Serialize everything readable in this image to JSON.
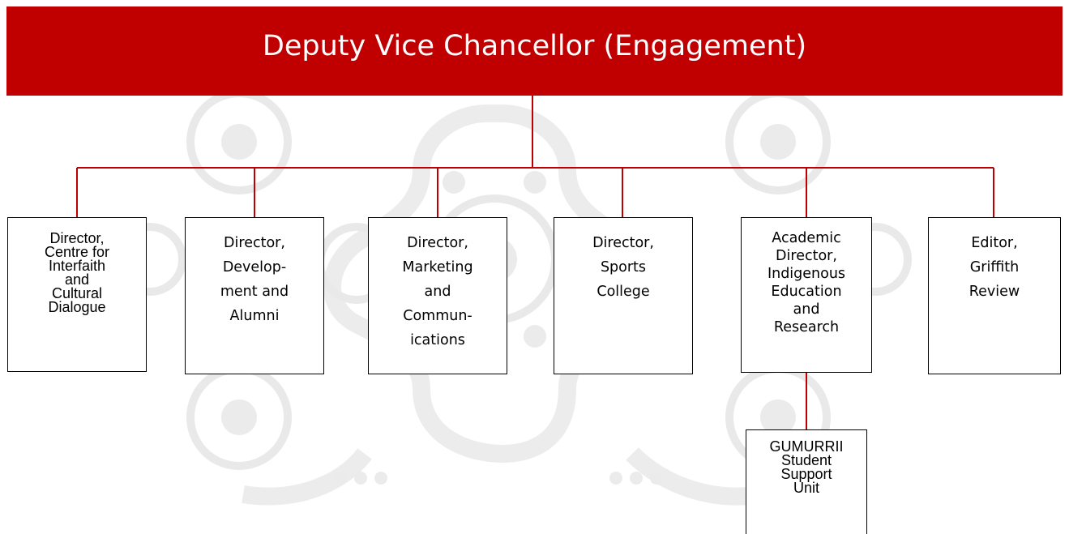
{
  "title": "Deputy Vice Chancellor (Engagement)",
  "colors": {
    "banner": "#c00000",
    "connector": "#c00000",
    "box_border": "#000000",
    "watermark": "#e6e6e6"
  },
  "boxes": [
    {
      "id": "interfaith",
      "lines": [
        "Director,",
        "Centre for",
        "Interfaith",
        "and",
        "Cultural",
        "Dialogue"
      ]
    },
    {
      "id": "development",
      "lines": [
        "Director,",
        "Develop-",
        "ment and",
        "Alumni"
      ]
    },
    {
      "id": "marketing",
      "lines": [
        "Director,",
        "Marketing",
        "and",
        "Commun-",
        "ications"
      ]
    },
    {
      "id": "sports",
      "lines": [
        "Director,",
        "Sports",
        "College"
      ]
    },
    {
      "id": "indigenous",
      "lines": [
        "Academic",
        "Director,",
        "Indigenous",
        "Education",
        "and",
        "Research"
      ]
    },
    {
      "id": "griffith",
      "lines": [
        "Editor,",
        "Griffith",
        "Review"
      ]
    },
    {
      "id": "gumurrii",
      "lines": [
        "GUMURRII",
        "Student",
        "Support",
        "Unit"
      ]
    }
  ]
}
